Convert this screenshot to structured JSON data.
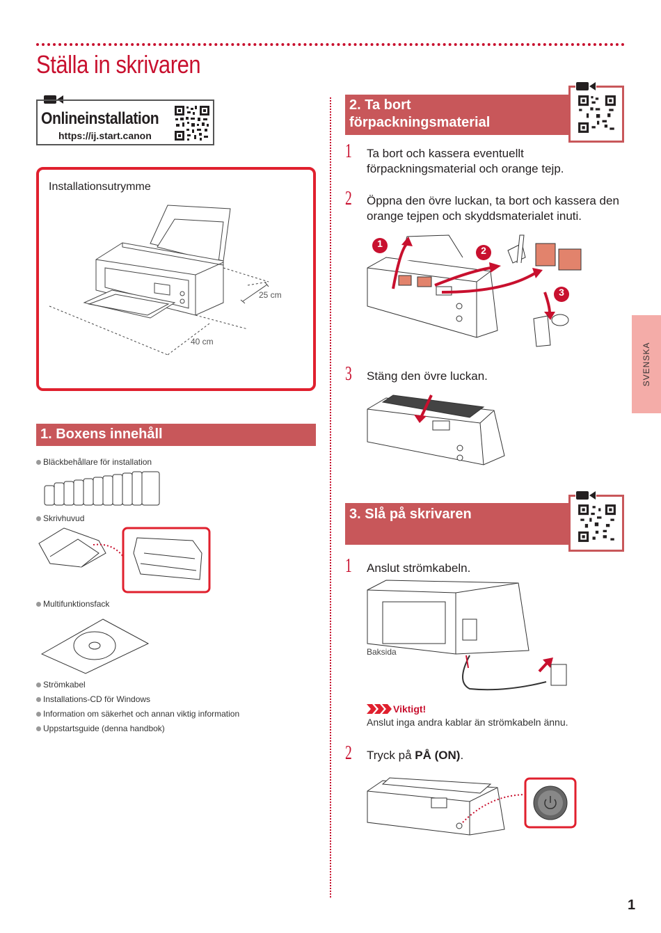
{
  "page_title": "Ställa in skrivaren",
  "online": {
    "heading": "Onlineinstallation",
    "url": "https://ij.start.canon"
  },
  "space": {
    "label": "Installationsutrymme",
    "dim_depth": "25 cm",
    "dim_width": "40 cm"
  },
  "section1": {
    "title": "1. Boxens innehåll",
    "items": {
      "ink": "Bläckbehållare för installation",
      "head": "Skrivhuvud",
      "tray": "Multifunktionsfack",
      "power": "Strömkabel",
      "cd": "Installations-CD för Windows",
      "safety": "Information om säkerhet och annan viktig information",
      "guide": "Uppstartsguide (denna handbok)"
    }
  },
  "section2": {
    "title_line1": "2. Ta bort",
    "title_line2": "förpackningsmaterial",
    "steps": [
      {
        "num": "1",
        "text1": "Ta bort och kassera eventuellt",
        "text2": "förpackningsmaterial och orange tejp."
      },
      {
        "num": "2",
        "text1": "Öppna den övre luckan, ta bort och kassera den",
        "text2": "orange tejpen och skyddsmaterialet inuti."
      },
      {
        "num": "3",
        "text1": "Stäng den övre luckan."
      }
    ],
    "markers": [
      "1",
      "2",
      "3"
    ]
  },
  "section3": {
    "title": "3. Slå på skrivaren",
    "step1": {
      "num": "1",
      "text": "Anslut strömkabeln."
    },
    "back_label": "Baksida",
    "important_label": "Viktigt!",
    "important_text": "Anslut inga andra kablar än strömkabeln ännu.",
    "step2": {
      "num": "2",
      "pre": "Tryck på ",
      "bold": "PÅ (ON)",
      "post": "."
    }
  },
  "side_tab": "SVENSKA",
  "page_number": "1",
  "colors": {
    "accent": "#c8102e",
    "section_bar": "#c8575a",
    "side_tab": "#f4aca8"
  }
}
